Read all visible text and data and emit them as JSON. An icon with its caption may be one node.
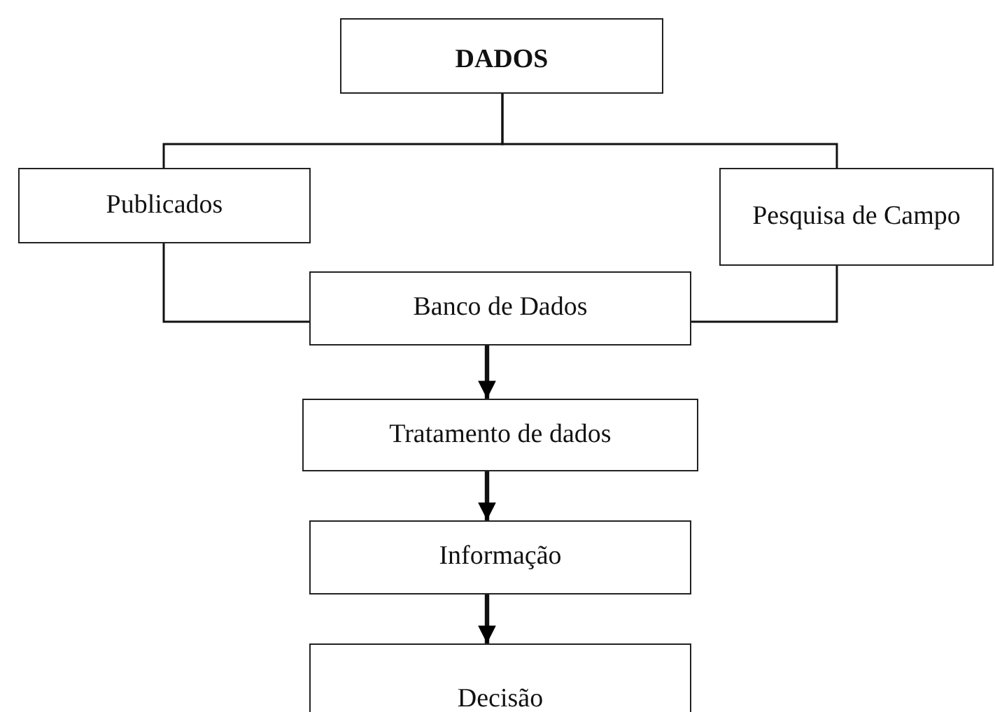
{
  "diagram": {
    "nodes": [
      {
        "text": [
          "DADOS"
        ]
      },
      {
        "text": [
          "Publicados"
        ]
      },
      {
        "text": [
          "Pesquisa de Campo"
        ]
      },
      {
        "text": [
          "Banco de Dados"
        ]
      },
      {
        "text": [
          "Tratamento de dados"
        ]
      },
      {
        "text": [
          "Informação"
        ]
      },
      {
        "text": [
          "Decisão"
        ]
      }
    ],
    "edges": [
      {
        "from": 0,
        "to": 1,
        "arrow": "none"
      },
      {
        "from": 0,
        "to": 2,
        "arrow": "none"
      },
      {
        "from": 1,
        "to": 3,
        "arrow": "none"
      },
      {
        "from": 2,
        "to": 3,
        "arrow": "none"
      },
      {
        "from": 3,
        "to": 4,
        "arrow": "to",
        "style": "thick"
      },
      {
        "from": 4,
        "to": 5,
        "arrow": "to",
        "style": "thick"
      },
      {
        "from": 5,
        "to": 6,
        "arrow": "to",
        "style": "thick"
      }
    ]
  }
}
